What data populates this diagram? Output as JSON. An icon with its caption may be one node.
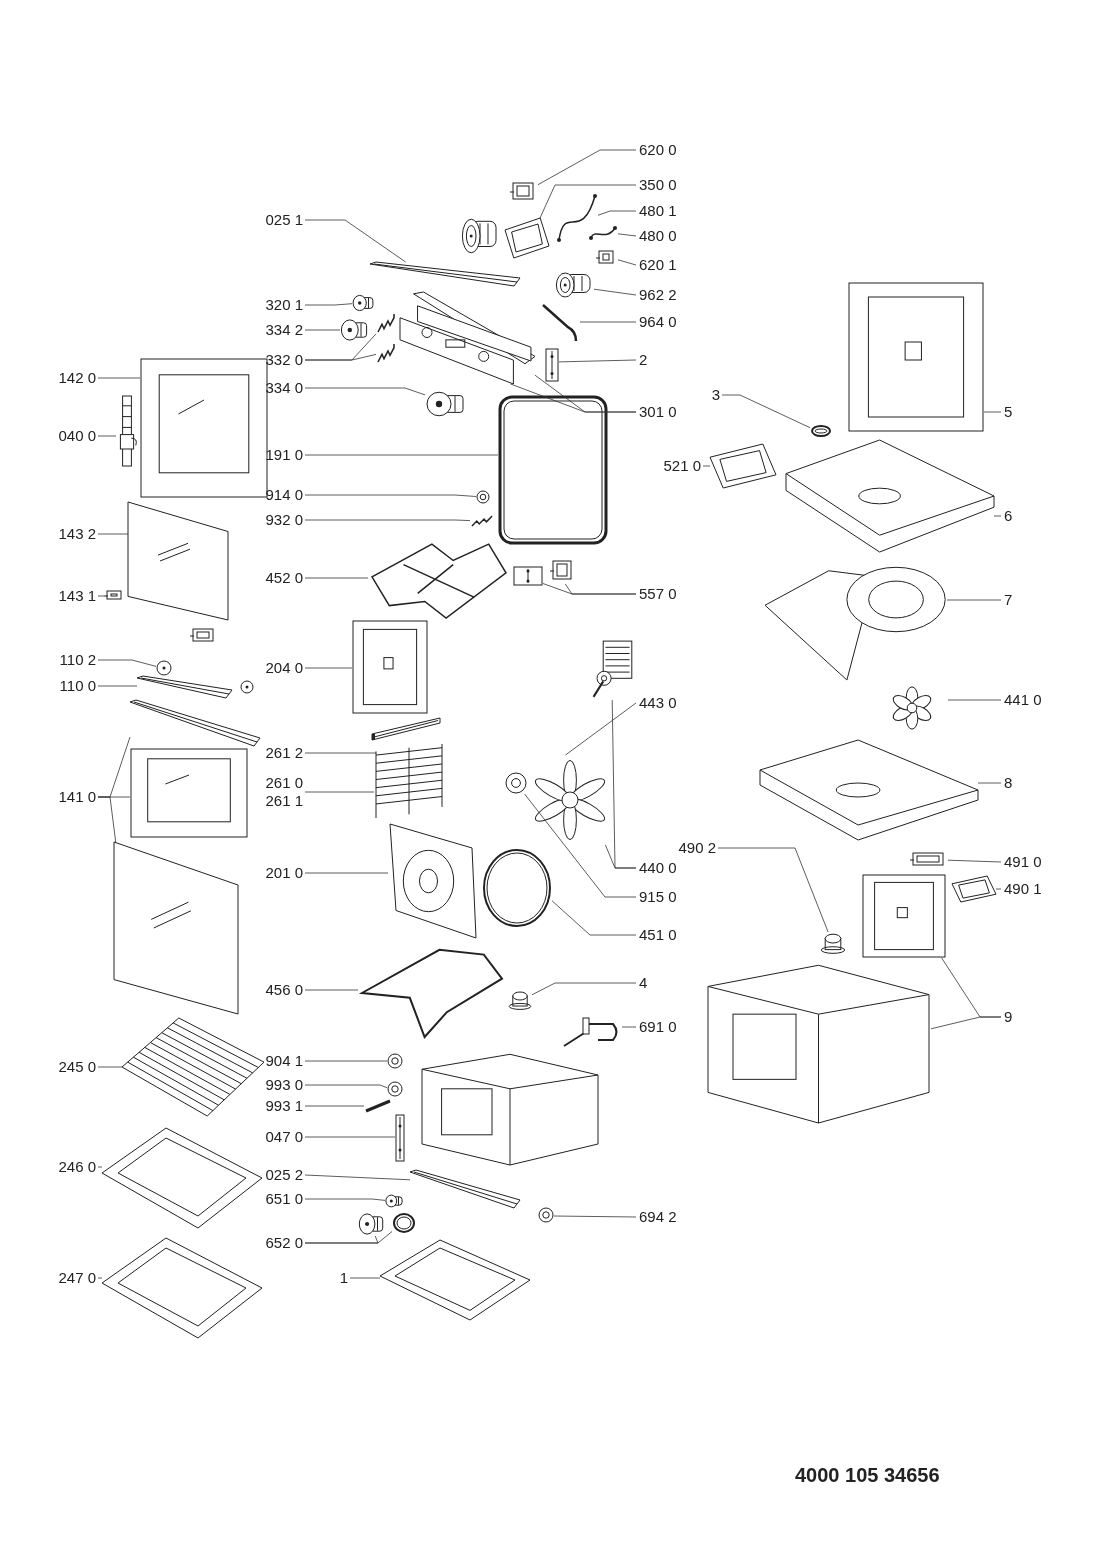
{
  "diagram": {
    "nodes": [
      {
        "text": [
          "620 0"
        ]
      },
      {
        "text": [],
        "shape": "picture"
      },
      {
        "text": [
          "350 0"
        ]
      },
      {
        "text": [],
        "shape": "picture"
      },
      {
        "text": [
          "480 1"
        ]
      },
      {
        "text": [],
        "shape": "picture"
      },
      {
        "text": [
          "480 0"
        ]
      },
      {
        "text": [],
        "shape": "picture"
      },
      {
        "text": [
          "620 1"
        ]
      },
      {
        "text": [],
        "shape": "picture"
      },
      {
        "text": [
          "962 2"
        ]
      },
      {
        "text": [],
        "shape": "picture"
      },
      {
        "text": [
          "964 0"
        ]
      },
      {
        "text": [],
        "shape": "picture"
      },
      {
        "text": [
          "2"
        ]
      },
      {
        "text": [],
        "shape": "picture"
      },
      {
        "text": [
          "025 1"
        ]
      },
      {
        "text": [],
        "shape": "picture"
      },
      {
        "text": [
          "301 0"
        ]
      },
      {
        "text": [],
        "shape": "picture"
      },
      {
        "text": [
          "320 1"
        ]
      },
      {
        "text": [],
        "shape": "picture"
      },
      {
        "text": [
          "334 2"
        ]
      },
      {
        "text": [],
        "shape": "picture"
      },
      {
        "text": [
          "332 0"
        ]
      },
      {
        "text": [],
        "shape": "picture"
      },
      {
        "text": [],
        "shape": "picture"
      },
      {
        "text": [
          "334 0"
        ]
      },
      {
        "text": [],
        "shape": "picture"
      },
      {
        "text": [
          "191 0"
        ]
      },
      {
        "text": [],
        "shape": "box"
      },
      {
        "text": [
          "914 0"
        ]
      },
      {
        "text": [],
        "shape": "picture"
      },
      {
        "text": [
          "932 0"
        ]
      },
      {
        "text": [],
        "shape": "picture"
      },
      {
        "text": [
          "452 0"
        ]
      },
      {
        "text": [],
        "shape": "picture"
      },
      {
        "text": [
          "557 0"
        ]
      },
      {
        "text": [],
        "shape": "picture"
      },
      {
        "text": [],
        "shape": "picture"
      },
      {
        "text": [
          "204 0"
        ]
      },
      {
        "text": [],
        "shape": "picture"
      },
      {
        "text": [
          "261 2"
        ]
      },
      {
        "text": [],
        "shape": "picture"
      },
      {
        "text": [
          "261 0",
          "261 1"
        ]
      },
      {
        "text": [],
        "shape": "picture"
      },
      {
        "text": [
          "443 0"
        ]
      },
      {
        "text": [],
        "shape": "picture"
      },
      {
        "text": [
          "440 0"
        ]
      },
      {
        "text": [],
        "shape": "picture"
      },
      {
        "text": [
          "915 0"
        ]
      },
      {
        "text": [],
        "shape": "picture"
      },
      {
        "text": [
          "451 0"
        ]
      },
      {
        "text": [],
        "shape": "picture"
      },
      {
        "text": [
          "201 0"
        ]
      },
      {
        "text": [],
        "shape": "picture"
      },
      {
        "text": [
          "456 0"
        ]
      },
      {
        "text": [],
        "shape": "picture"
      },
      {
        "text": [
          "4"
        ]
      },
      {
        "text": [],
        "shape": "picture"
      },
      {
        "text": [
          "691 0"
        ]
      },
      {
        "text": [],
        "shape": "picture"
      },
      {
        "text": [
          "904 1"
        ]
      },
      {
        "text": [],
        "shape": "picture"
      },
      {
        "text": [
          "993 0"
        ]
      },
      {
        "text": [],
        "shape": "picture"
      },
      {
        "text": [
          "993 1"
        ]
      },
      {
        "text": [],
        "shape": "picture"
      },
      {
        "text": [
          "047 0"
        ]
      },
      {
        "text": [],
        "shape": "picture"
      },
      {
        "text": [
          "025 2"
        ]
      },
      {
        "text": [],
        "shape": "picture"
      },
      {
        "text": [
          "651 0"
        ]
      },
      {
        "text": [],
        "shape": "picture"
      },
      {
        "text": [
          "652 0"
        ]
      },
      {
        "text": [],
        "shape": "picture"
      },
      {
        "text": [],
        "shape": "picture"
      },
      {
        "text": [
          "1"
        ]
      },
      {
        "text": [],
        "shape": "picture"
      },
      {
        "text": [
          "694 2"
        ]
      },
      {
        "text": [],
        "shape": "picture"
      },
      {
        "text": [
          "142 0"
        ]
      },
      {
        "text": [],
        "shape": "picture"
      },
      {
        "text": [
          "040 0"
        ]
      },
      {
        "text": [],
        "shape": "picture"
      },
      {
        "text": [
          "143 2"
        ]
      },
      {
        "text": [],
        "shape": "picture"
      },
      {
        "text": [
          "143 1"
        ]
      },
      {
        "text": [],
        "shape": "picture"
      },
      {
        "text": [
          "110 2"
        ]
      },
      {
        "text": [],
        "shape": "picture"
      },
      {
        "text": [
          "110 0"
        ]
      },
      {
        "text": [],
        "shape": "picture"
      },
      {
        "text": [
          "141 0"
        ]
      },
      {
        "text": [],
        "shape": "picture"
      },
      {
        "text": [],
        "shape": "picture"
      },
      {
        "text": [],
        "shape": "picture"
      },
      {
        "text": [
          "245 0"
        ]
      },
      {
        "text": [],
        "shape": "picture"
      },
      {
        "text": [
          "246 0"
        ]
      },
      {
        "text": [],
        "shape": "picture"
      },
      {
        "text": [
          "247 0"
        ]
      },
      {
        "text": [],
        "shape": "picture"
      },
      {
        "text": [
          "3"
        ]
      },
      {
        "text": [],
        "shape": "picture"
      },
      {
        "text": [
          "5"
        ]
      },
      {
        "text": [],
        "shape": "picture"
      },
      {
        "text": [
          "521 0"
        ]
      },
      {
        "text": [],
        "shape": "picture"
      },
      {
        "text": [
          "6"
        ]
      },
      {
        "text": [],
        "shape": "picture"
      },
      {
        "text": [
          "7"
        ]
      },
      {
        "text": [],
        "shape": "picture"
      },
      {
        "text": [
          "441 0"
        ]
      },
      {
        "text": [],
        "shape": "picture"
      },
      {
        "text": [
          "8"
        ]
      },
      {
        "text": [],
        "shape": "picture"
      },
      {
        "text": [
          "490 2"
        ]
      },
      {
        "text": [],
        "shape": "picture"
      },
      {
        "text": [
          "491 0"
        ]
      },
      {
        "text": [],
        "shape": "picture"
      },
      {
        "text": [
          "490 1"
        ]
      },
      {
        "text": [],
        "shape": "picture"
      },
      {
        "text": [
          "9"
        ]
      },
      {
        "text": [],
        "shape": "picture"
      },
      {
        "text": [],
        "shape": "picture"
      }
    ],
    "edges": [
      {
        "from": 0,
        "to": 1,
        "arrow": "none"
      },
      {
        "from": 2,
        "to": 3,
        "arrow": "none"
      },
      {
        "from": 4,
        "to": 5,
        "arrow": "none"
      },
      {
        "from": 6,
        "to": 7,
        "arrow": "none"
      },
      {
        "from": 8,
        "to": 9,
        "arrow": "none"
      },
      {
        "from": 10,
        "to": 11,
        "arrow": "none"
      },
      {
        "from": 12,
        "to": 13,
        "arrow": "none"
      },
      {
        "from": 14,
        "to": 15,
        "arrow": "none"
      },
      {
        "from": 16,
        "to": 17,
        "arrow": "none"
      },
      {
        "from": 18,
        "to": 19,
        "arrow": "none"
      },
      {
        "from": 18,
        "to": 19,
        "arrow": "none"
      },
      {
        "from": 20,
        "to": 21,
        "arrow": "none"
      },
      {
        "from": 22,
        "to": 23,
        "arrow": "none"
      },
      {
        "from": 24,
        "to": 25,
        "arrow": "none"
      },
      {
        "from": 24,
        "to": 26,
        "arrow": "none"
      },
      {
        "from": 27,
        "to": 28,
        "arrow": "none"
      },
      {
        "from": 29,
        "to": 30,
        "arrow": "none"
      },
      {
        "from": 31,
        "to": 32,
        "arrow": "none"
      },
      {
        "from": 33,
        "to": 34,
        "arrow": "none"
      },
      {
        "from": 35,
        "to": 36,
        "arrow": "none"
      },
      {
        "from": 37,
        "to": 38,
        "arrow": "none"
      },
      {
        "from": 37,
        "to": 39,
        "arrow": "none"
      },
      {
        "from": 40,
        "to": 41,
        "arrow": "none"
      },
      {
        "from": 42,
        "to": 43,
        "arrow": "none"
      },
      {
        "from": 44,
        "to": 45,
        "arrow": "none"
      },
      {
        "from": 46,
        "to": 47,
        "arrow": "none"
      },
      {
        "from": 48,
        "to": 47,
        "arrow": "none"
      },
      {
        "from": 48,
        "to": 49,
        "arrow": "none"
      },
      {
        "from": 50,
        "to": 51,
        "arrow": "none"
      },
      {
        "from": 52,
        "to": 53,
        "arrow": "none"
      },
      {
        "from": 54,
        "to": 55,
        "arrow": "none"
      },
      {
        "from": 56,
        "to": 57,
        "arrow": "none"
      },
      {
        "from": 58,
        "to": 59,
        "arrow": "none"
      },
      {
        "from": 60,
        "to": 61,
        "arrow": "none"
      },
      {
        "from": 62,
        "to": 63,
        "arrow": "none"
      },
      {
        "from": 64,
        "to": 65,
        "arrow": "none"
      },
      {
        "from": 66,
        "to": 67,
        "arrow": "none"
      },
      {
        "from": 68,
        "to": 69,
        "arrow": "none"
      },
      {
        "from": 70,
        "to": 71,
        "arrow": "none"
      },
      {
        "from": 72,
        "to": 73,
        "arrow": "none"
      },
      {
        "from": 74,
        "to": 75,
        "arrow": "none"
      },
      {
        "from": 74,
        "to": 76,
        "arrow": "none"
      },
      {
        "from": 77,
        "to": 78,
        "arrow": "none"
      },
      {
        "from": 79,
        "to": 80,
        "arrow": "none"
      },
      {
        "from": 81,
        "to": 82,
        "arrow": "none"
      },
      {
        "from": 83,
        "to": 84,
        "arrow": "none"
      },
      {
        "from": 85,
        "to": 86,
        "arrow": "none"
      },
      {
        "from": 87,
        "to": 88,
        "arrow": "none"
      },
      {
        "from": 89,
        "to": 90,
        "arrow": "none"
      },
      {
        "from": 91,
        "to": 92,
        "arrow": "none"
      },
      {
        "from": 93,
        "to": 94,
        "arrow": "none"
      },
      {
        "from": 93,
        "to": 95,
        "arrow": "none"
      },
      {
        "from": 93,
        "to": 96,
        "arrow": "none"
      },
      {
        "from": 97,
        "to": 98,
        "arrow": "none"
      },
      {
        "from": 99,
        "to": 100,
        "arrow": "none"
      },
      {
        "from": 101,
        "to": 102,
        "arrow": "none"
      },
      {
        "from": 103,
        "to": 104,
        "arrow": "none"
      },
      {
        "from": 105,
        "to": 106,
        "arrow": "none"
      },
      {
        "from": 107,
        "to": 108,
        "arrow": "none"
      },
      {
        "from": 109,
        "to": 110,
        "arrow": "none"
      },
      {
        "from": 111,
        "to": 112,
        "arrow": "none"
      },
      {
        "from": 113,
        "to": 114,
        "arrow": "none"
      },
      {
        "from": 115,
        "to": 116,
        "arrow": "none"
      },
      {
        "from": 117,
        "to": 118,
        "arrow": "none"
      },
      {
        "from": 119,
        "to": 120,
        "arrow": "none"
      },
      {
        "from": 121,
        "to": 122,
        "arrow": "none"
      },
      {
        "from": 123,
        "to": 124,
        "arrow": "none"
      },
      {
        "from": 123,
        "to": 125,
        "arrow": "none"
      }
    ],
    "labels": [
      "4000 105 34656"
    ]
  }
}
